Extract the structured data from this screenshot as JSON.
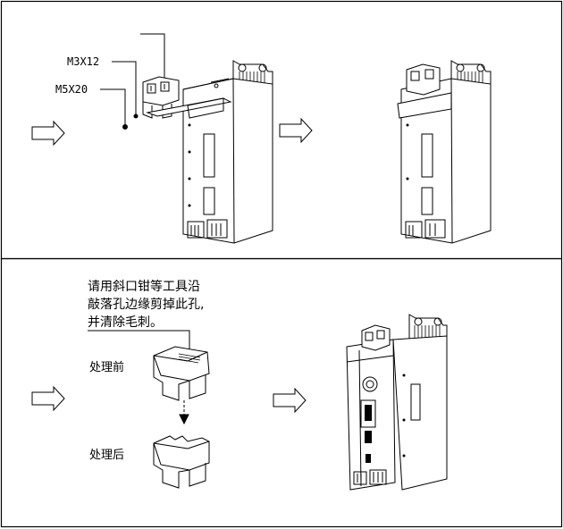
{
  "top_panel": {
    "screw_label_1": "M3X12",
    "screw_label_2": "M5X20"
  },
  "bottom_panel": {
    "instruction_lines": [
      "请用斜口钳等工具沿",
      "敲落孔边缘剪掉此孔,",
      "并清除毛刺。"
    ],
    "before_label": "处理前",
    "after_label": "处理后"
  },
  "colors": {
    "line": "#000000",
    "background": "#ffffff"
  }
}
